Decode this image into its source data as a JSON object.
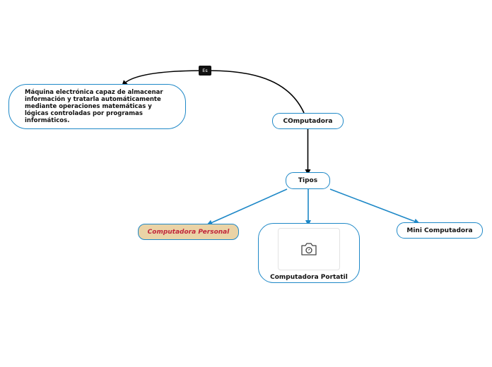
{
  "diagram": {
    "nodes": {
      "root": {
        "label": "COmputadora"
      },
      "definition": {
        "label": "Máquina electrónica capaz de almacenar información y tratarla automáticamente mediante operaciones matemáticas y lógicas controladas por programas informáticos."
      },
      "tipos": {
        "label": "Tipos"
      },
      "personal": {
        "label": "Computadora Personal"
      },
      "portatil": {
        "label": "Computadora Portatil",
        "icon": "camera-icon"
      },
      "mini": {
        "label": "Mini Computadora"
      }
    },
    "relations": {
      "root_to_definition": {
        "label": "Es"
      }
    },
    "colors": {
      "link_blue": "#1e88c7",
      "link_black": "#000000",
      "highlight_fill": "#ead3a6",
      "highlight_text": "#c0263b"
    }
  }
}
